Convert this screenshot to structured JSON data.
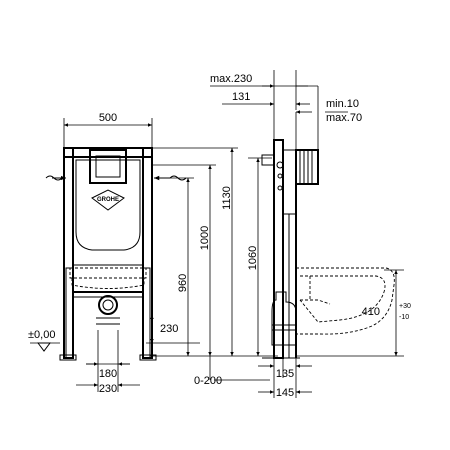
{
  "front_view": {
    "width_top": "500",
    "floor_level": "±0,00",
    "drain_offset": "230",
    "bottom_inner": "180",
    "bottom_outer": "230",
    "height_960": "960",
    "height_1000": "1000",
    "height_1130": "1130"
  },
  "side_view": {
    "max_depth": "max.230",
    "depth_131": "131",
    "min_gap": "min.10",
    "max_gap": "max.70",
    "height_1060": "1060",
    "range_0_200": "0-200",
    "depth_135": "135",
    "depth_145": "145",
    "bowl_height": "410",
    "tol_plus": "+30",
    "tol_minus": "-10"
  },
  "logo": {
    "brand": "GROHE"
  }
}
